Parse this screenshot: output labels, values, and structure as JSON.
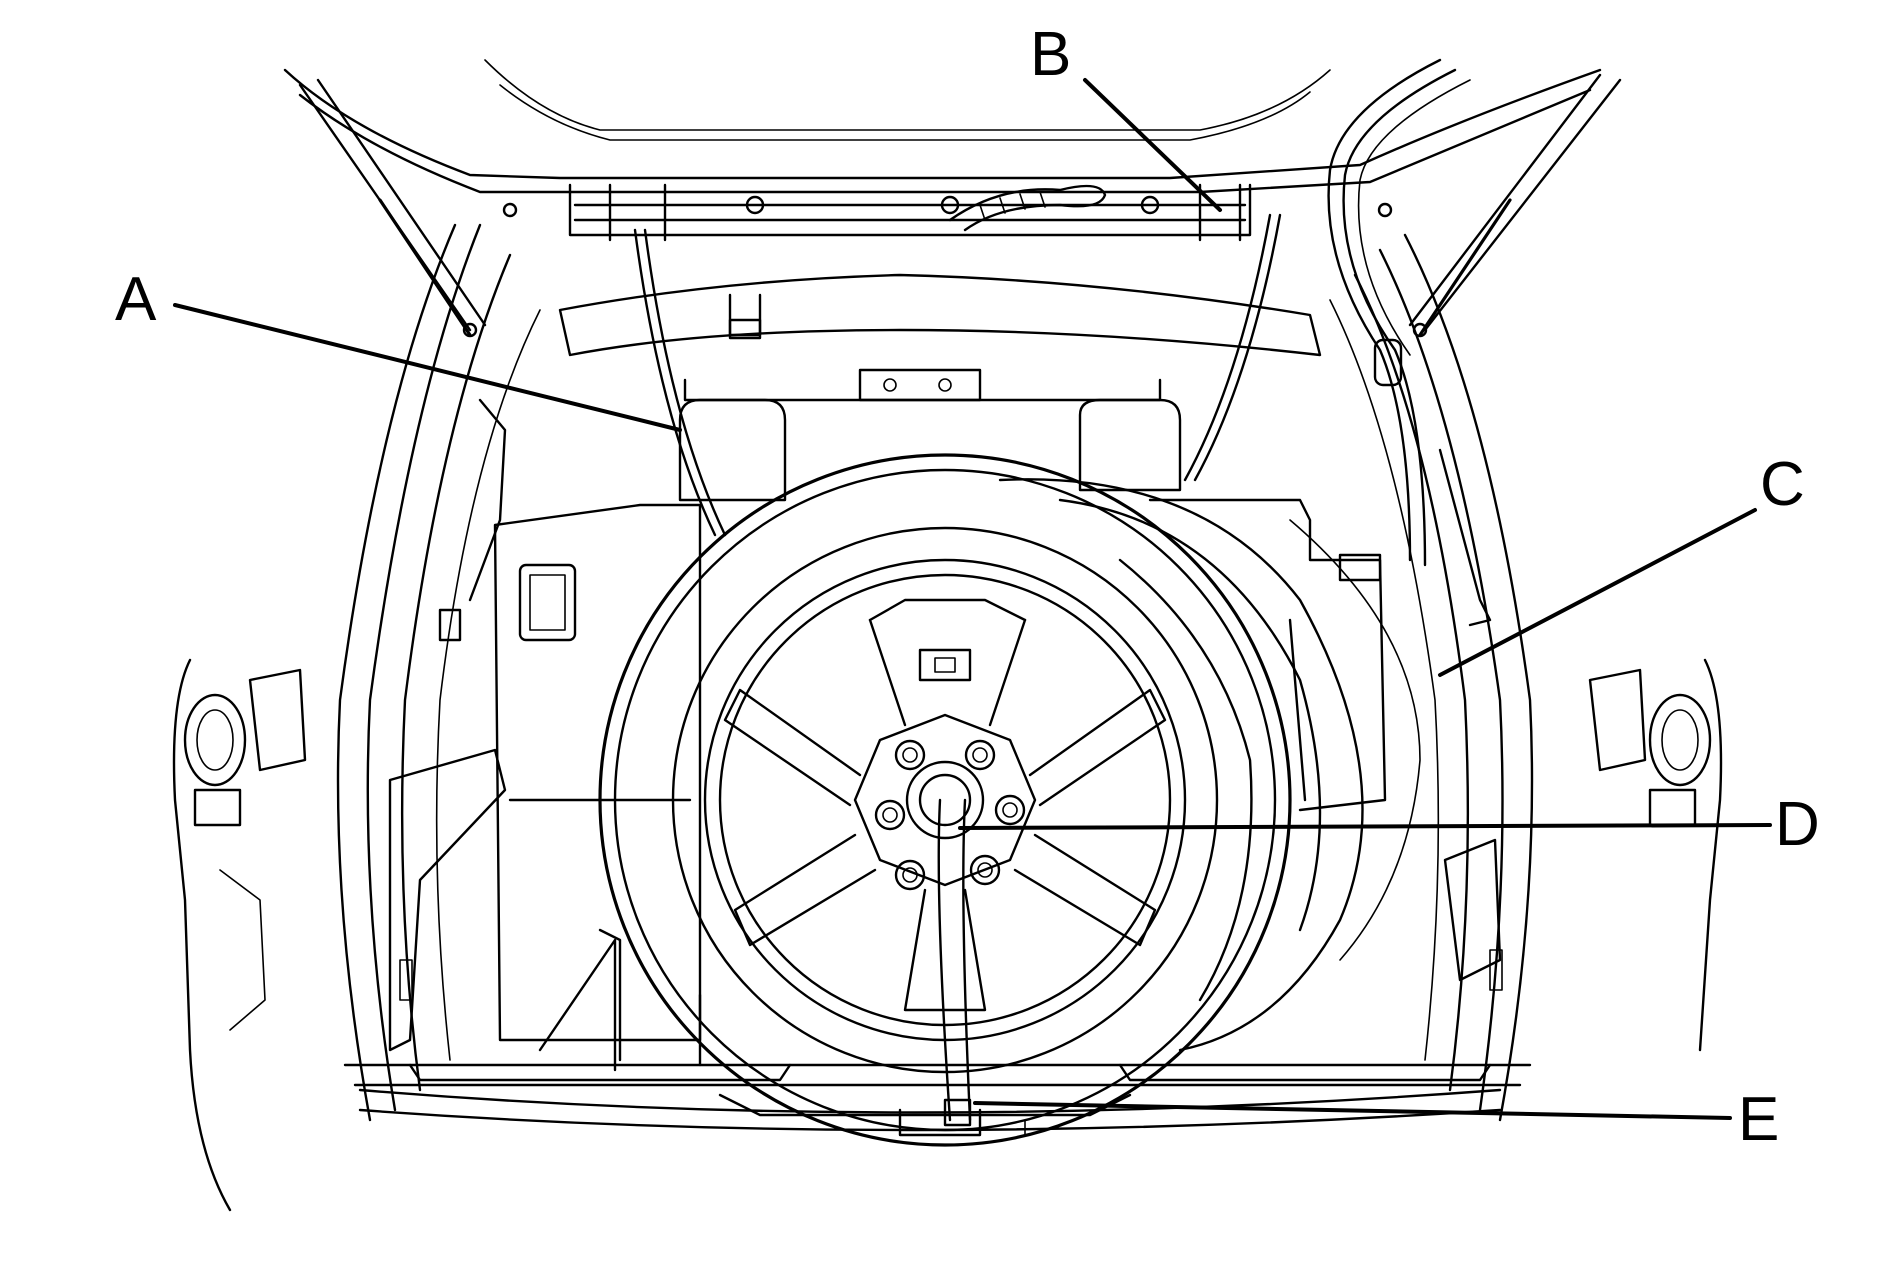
{
  "callouts": {
    "a": "A",
    "b": "B",
    "c": "C",
    "d": "D",
    "e": "E"
  },
  "colors": {
    "line": "#000000",
    "background": "#ffffff"
  }
}
